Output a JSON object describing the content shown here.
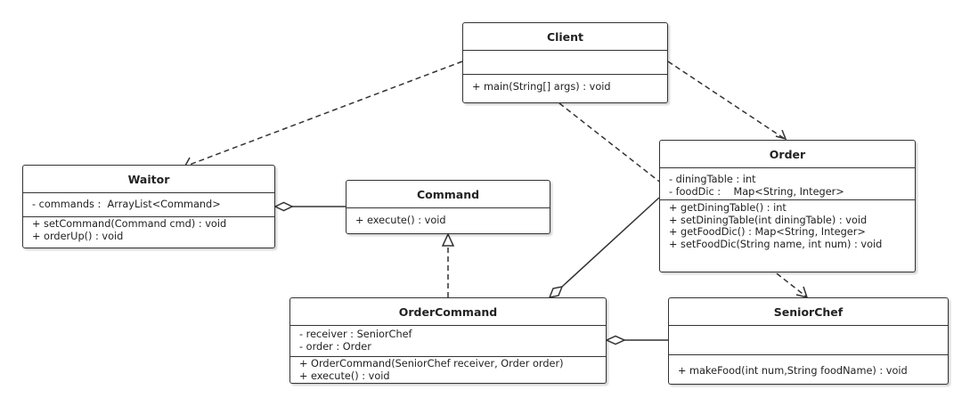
{
  "classes": {
    "client": {
      "name": "Client",
      "attributes": [],
      "methods": [
        "+ main(String[] args) : void"
      ]
    },
    "order": {
      "name": "Order",
      "attributes": [
        "- diningTable : int",
        "- foodDic :    Map<String, Integer>"
      ],
      "methods": [
        "+ getDiningTable() : int",
        "+ setDiningTable(int diningTable) : void",
        "+ getFoodDic() : Map<String, Integer>",
        "+ setFoodDic(String name, int num) : void"
      ]
    },
    "waiter": {
      "name": "Waitor",
      "attributes": [
        "- commands :  ArrayList<Command>"
      ],
      "methods": [
        "+ setCommand(Command cmd) : void",
        "+ orderUp() : void"
      ]
    },
    "command": {
      "name": "Command",
      "attributes": [],
      "methods": [
        "+ execute() : void"
      ]
    },
    "order_command": {
      "name": "OrderCommand",
      "attributes": [
        "- receiver : SeniorChef",
        "- order : Order"
      ],
      "methods": [
        "+ OrderCommand(SeniorChef receiver, Order order)",
        "+ execute() : void"
      ]
    },
    "senior_chef": {
      "name": "SeniorChef",
      "attributes": [],
      "methods": [
        "+ makeFood(int num,String foodName) : void"
      ]
    }
  },
  "relations": [
    {
      "type": "dependency",
      "from": "Client",
      "to": "Waitor"
    },
    {
      "type": "dependency",
      "from": "Client",
      "to": "Order"
    },
    {
      "type": "dependency",
      "from": "Client",
      "to": "SeniorChef"
    },
    {
      "type": "realization",
      "from": "OrderCommand",
      "to": "Command"
    },
    {
      "type": "aggregation",
      "from": "Waitor",
      "to": "Command"
    },
    {
      "type": "aggregation",
      "from": "OrderCommand",
      "to": "Order"
    },
    {
      "type": "aggregation",
      "from": "OrderCommand",
      "to": "SeniorChef"
    }
  ],
  "colors": {
    "line": "#333333",
    "box_border": "#333333",
    "background": "#ffffff"
  }
}
